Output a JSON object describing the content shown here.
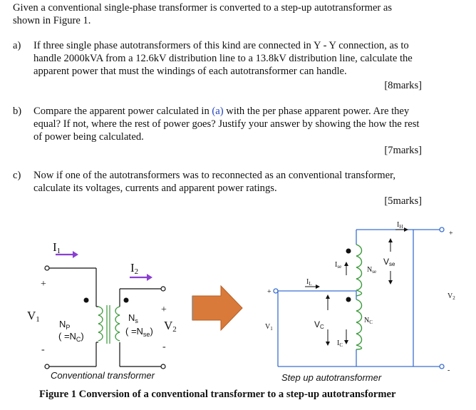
{
  "intro": {
    "line1": "Given a conventional single-phase transformer is converted to a step-up autotransformer as",
    "line2": "shown in Figure 1."
  },
  "questions": [
    {
      "label": "a)",
      "lines": [
        "If three single phase autotransformers of this kind are connected in Y - Y connection, as to",
        "handle 2000kVA from a 12.6kV distribution line to a 13.8kV distribution line, calculate the",
        "apparent power that must the windings of each autotransformer can handle."
      ],
      "marks": "[8marks]"
    },
    {
      "label": "b)",
      "line1_pre": "Compare the apparent power calculated in ",
      "line1_ref": "(a)",
      "line1_post": " with the per phase apparent power. Are they",
      "lines": [
        "equal? If not, where the rest of power goes? Justify your answer by showing the how the rest",
        "of power being calculated."
      ],
      "marks": "[7marks]"
    },
    {
      "label": "c)",
      "lines": [
        "Now if one of the autotransformers was to reconnected as an conventional transformer,",
        "calculate its voltages, currents and apparent power ratings."
      ],
      "marks": "[5marks]"
    }
  ],
  "figure": {
    "left": {
      "I1": "I",
      "I1_sub": "1",
      "I2": "I",
      "I2_sub": "2",
      "V1": "V",
      "V1_sub": "1",
      "V2": "V",
      "V2_sub": "2",
      "plus_left": "+",
      "minus_left": "-",
      "plus_right": "+",
      "minus_right": "-",
      "Np": "N",
      "Np_sub": "P",
      "Np_eq": "( =N",
      "Np_eq_sub": "C",
      "Np_eq_close": ")",
      "Ns": "N",
      "Ns_sub": "s",
      "Ns_eq": "( =N",
      "Ns_eq_sub": "se",
      "Ns_eq_close": ")",
      "caption": "Conventional transformer"
    },
    "right": {
      "IL": "I",
      "IL_sub": "L",
      "IH": "I",
      "IH_sub": "H",
      "Ise": "I",
      "Ise_sub": "se",
      "Ic": "I",
      "Ic_sub": "C",
      "Nse": "N",
      "Nse_sub": "se",
      "Nc": "N",
      "Nc_sub": "C",
      "Vse": "V",
      "Vse_sub": "se",
      "Vc": "V",
      "Vc_sub": "C",
      "V1": "V",
      "V1_sub": "1",
      "V2": "V",
      "V2_sub": "2",
      "plus_in": "+",
      "plus_out": "+",
      "minus_out": "-",
      "caption": "Step up autotransformer"
    },
    "arrow_color": "#d97a3a",
    "wire_color": "#3b6fd1",
    "current_arrow_color": "#8a3fd1",
    "title": "Figure 1 Conversion of a conventional transformer to a step-up autotransformer"
  }
}
